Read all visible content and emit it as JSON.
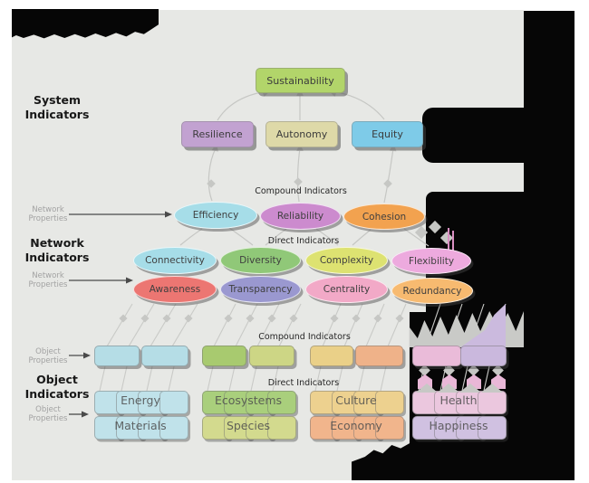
{
  "sections": {
    "system": "System\nIndicators",
    "network": "Network\nIndicators",
    "object": "Object\nIndicators"
  },
  "properties_labels": {
    "network_1": "Network\nProperties",
    "network_2": "Network\nProperties",
    "object_1": "Object\nProperties",
    "object_2": "Object\nProperties"
  },
  "headings": {
    "network_compound": "Compound Indicators",
    "network_direct": "Direct Indicators",
    "object_compound": "Compound Indicators",
    "object_direct": "Direct Indicators"
  },
  "system_nodes": {
    "sustainability": {
      "label": "Sustainability",
      "color": "#b2d56a"
    },
    "resilience": {
      "label": "Resilience",
      "color": "#c2a2d1"
    },
    "autonomy": {
      "label": "Autonomy",
      "color": "#ded9a8"
    },
    "equity": {
      "label": "Equity",
      "color": "#7ecbe8"
    }
  },
  "network_nodes": {
    "efficiency": {
      "label": "Efficiency",
      "color": "#a6dde8"
    },
    "reliability": {
      "label": "Reliability",
      "color": "#cc8bce"
    },
    "cohesion": {
      "label": "Cohesion",
      "color": "#f2a24f"
    },
    "connectivity": {
      "label": "Connectivity",
      "color": "#a6dde8"
    },
    "diversity": {
      "label": "Diversity",
      "color": "#90c878"
    },
    "complexity": {
      "label": "Complexity",
      "color": "#dde271"
    },
    "flexibility": {
      "label": "Flexibility",
      "color": "#edaade"
    },
    "awareness": {
      "label": "Awareness",
      "color": "#ec7672"
    },
    "transparency": {
      "label": "Transparency",
      "color": "#9a98d0"
    },
    "centrality": {
      "label": "Centrality",
      "color": "#f2a9c7"
    },
    "redundancy": {
      "label": "Redundancy",
      "color": "#f7ba70"
    }
  },
  "object_groups": [
    {
      "compound": [
        {
          "color": "#b5dde6"
        },
        {
          "color": "#b5dde6"
        }
      ],
      "direct": [
        {
          "label": "Energy",
          "color": "#c0e2ea"
        },
        {
          "label": "Materials",
          "color": "#c0e2ea"
        }
      ]
    },
    {
      "compound": [
        {
          "color": "#a8ca6f"
        },
        {
          "color": "#cdd685"
        }
      ],
      "direct": [
        {
          "label": "Ecosystems",
          "color": "#a9cf7c"
        },
        {
          "label": "Species",
          "color": "#d3da8e"
        }
      ]
    },
    {
      "compound": [
        {
          "color": "#ead088"
        },
        {
          "color": "#efb289"
        }
      ],
      "direct": [
        {
          "label": "Culture",
          "color": "#edd18f"
        },
        {
          "label": "Economy",
          "color": "#f1b58c"
        }
      ]
    },
    {
      "compound": [
        {
          "color": "#eabbd9"
        },
        {
          "color": "#cab8dd"
        }
      ],
      "direct": [
        {
          "label": "Health",
          "color": "#ebc7de"
        },
        {
          "label": "Happiness",
          "color": "#d0c1e1"
        }
      ]
    }
  ]
}
